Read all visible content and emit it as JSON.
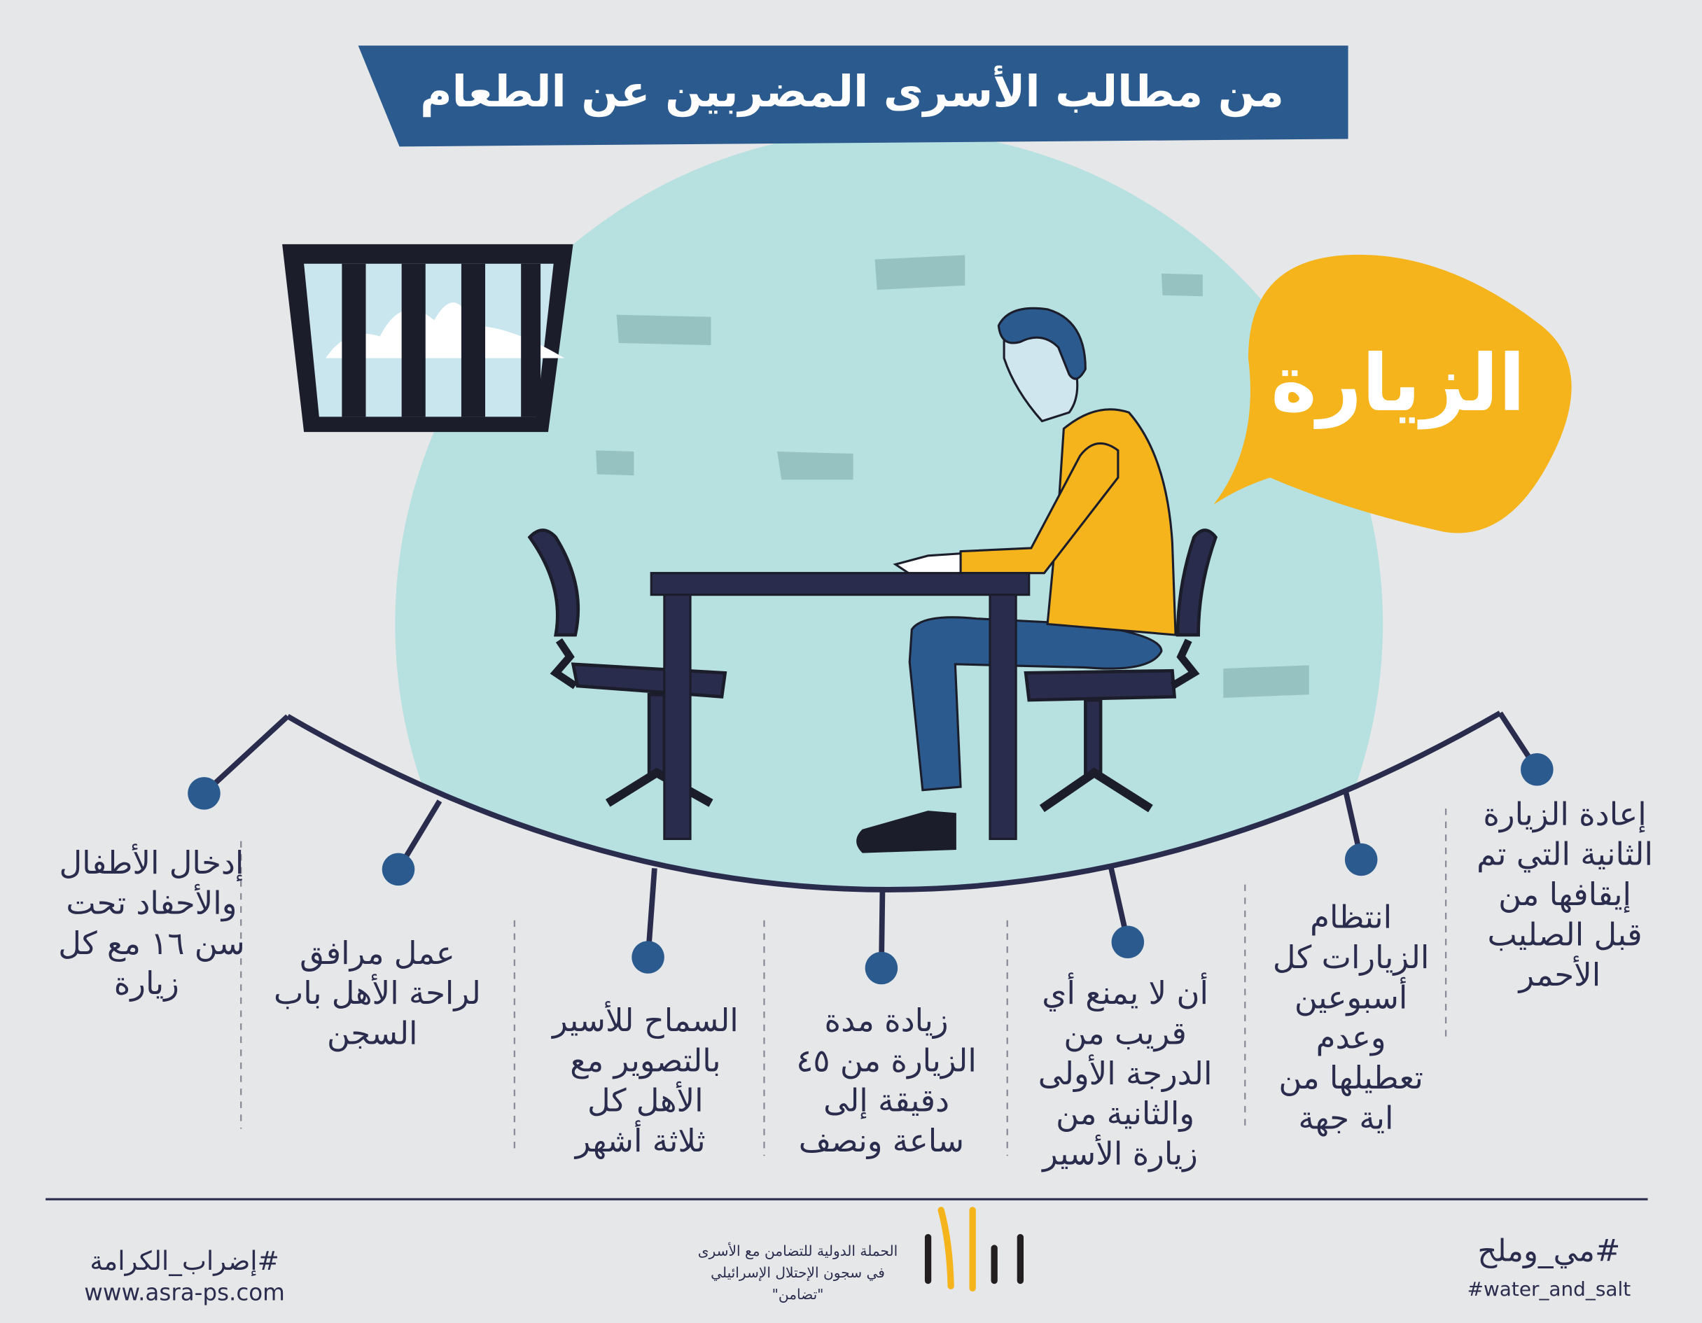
{
  "header": {
    "title": "من مطالب الأسرى المضربين عن الطعام"
  },
  "bubble": {
    "label": "الزيارة"
  },
  "demands": [
    {
      "lines": [
        "إعادة الزيارة",
        "الثانية التي تم",
        "إيقافها من",
        "قبل الصليب",
        "الأحمر"
      ]
    },
    {
      "lines": [
        "انتظام",
        "الزيارات كل",
        "أسبوعين",
        "وعدم",
        "تعطيلها من",
        "اية جهة"
      ]
    },
    {
      "lines": [
        "أن لا يمنع أي",
        "قريب من",
        "الدرجة الأولى",
        "والثانية من",
        "زيارة الأسير"
      ]
    },
    {
      "lines": [
        "زيادة مدة",
        "الزيارة من ٤٥",
        "دقيقة إلى",
        "ساعة ونصف"
      ]
    },
    {
      "lines": [
        "السماح للأسير",
        "بالتصوير مع",
        "الأهل كل",
        "ثلاثة أشهر"
      ]
    },
    {
      "lines": [
        "عمل مرافق",
        "لراحة الأهل باب",
        "السجن"
      ]
    },
    {
      "lines": [
        "إدخال الأطفال",
        "والأحفاد تحت",
        "سن ١٦ مع كل",
        "زيارة"
      ]
    }
  ],
  "footer": {
    "left_hashtag": "#إضراب_الكرامة",
    "website": "www.asra-ps.com",
    "logo_lines": [
      "الحملة الدولية للتضامن مع الأسرى",
      "في سجون الإحتلال الإسرائيلي",
      "\"تضامن\""
    ],
    "right_hashtag_ar": "#مي_وملح",
    "right_hashtag_en": "#water_and_salt"
  },
  "colors": {
    "navy": "#2a5a8e",
    "dark": "#2a2c4d",
    "yellow": "#f5b41b",
    "teal": "#b7e0e0",
    "bg": "#e6e7e8"
  }
}
